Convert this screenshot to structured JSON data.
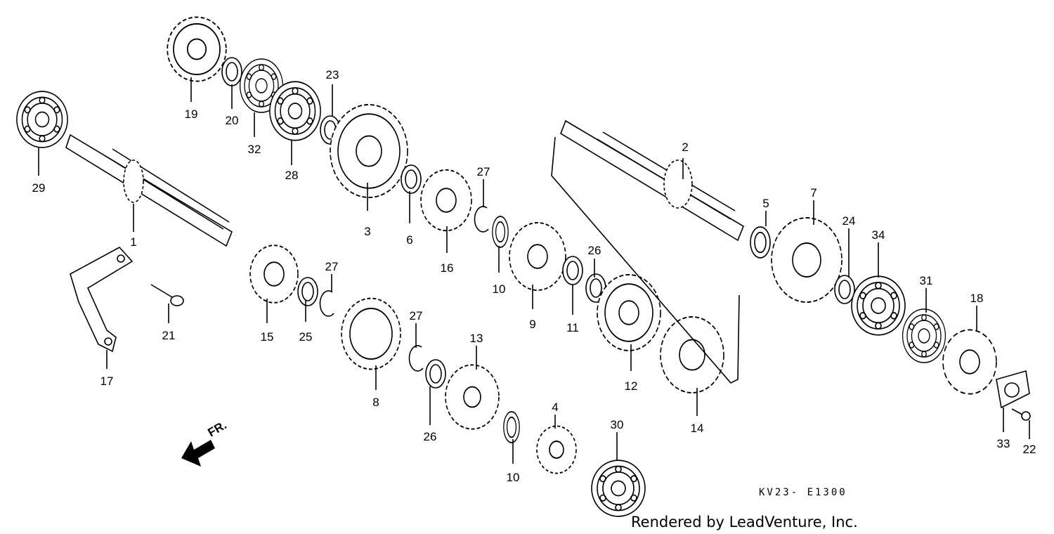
{
  "diagram": {
    "drawing_code": "KV23- E1300",
    "credit": "Rendered by LeadVenture, Inc.",
    "direction_label": "FR.",
    "callouts": [
      "1",
      "2",
      "3",
      "4",
      "5",
      "6",
      "7",
      "8",
      "9",
      "10",
      "10",
      "11",
      "12",
      "13",
      "14",
      "15",
      "16",
      "17",
      "18",
      "19",
      "20",
      "21",
      "22",
      "23",
      "24",
      "25",
      "26",
      "26",
      "27",
      "27",
      "27",
      "28",
      "29",
      "30",
      "31",
      "32",
      "33",
      "34"
    ]
  }
}
